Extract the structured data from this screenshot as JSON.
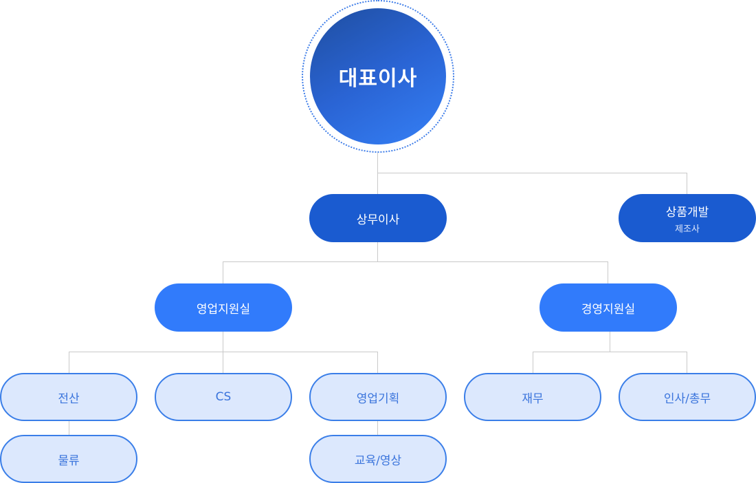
{
  "org_chart": {
    "root": {
      "label": "대표이사"
    },
    "level1": [
      {
        "label": "상무이사"
      },
      {
        "label": "상품개발",
        "sublabel": "제조사"
      }
    ],
    "level2": [
      {
        "label": "영업지원실"
      },
      {
        "label": "경영지원실"
      }
    ],
    "level3": [
      {
        "label": "전산"
      },
      {
        "label": "CS"
      },
      {
        "label": "영업기획"
      },
      {
        "label": "재무"
      },
      {
        "label": "인사/총무"
      },
      {
        "label": "물류"
      },
      {
        "label": "교육/영상"
      }
    ]
  },
  "colors": {
    "root_gradient_start": "#1f4ea0",
    "root_gradient_end": "#3580f6",
    "level1_fill": "#1a5bd0",
    "level2_fill": "#317bfb",
    "level3_fill": "#dce8fd",
    "level3_border": "#3a7ee8",
    "connector": "#c9c9c9"
  }
}
